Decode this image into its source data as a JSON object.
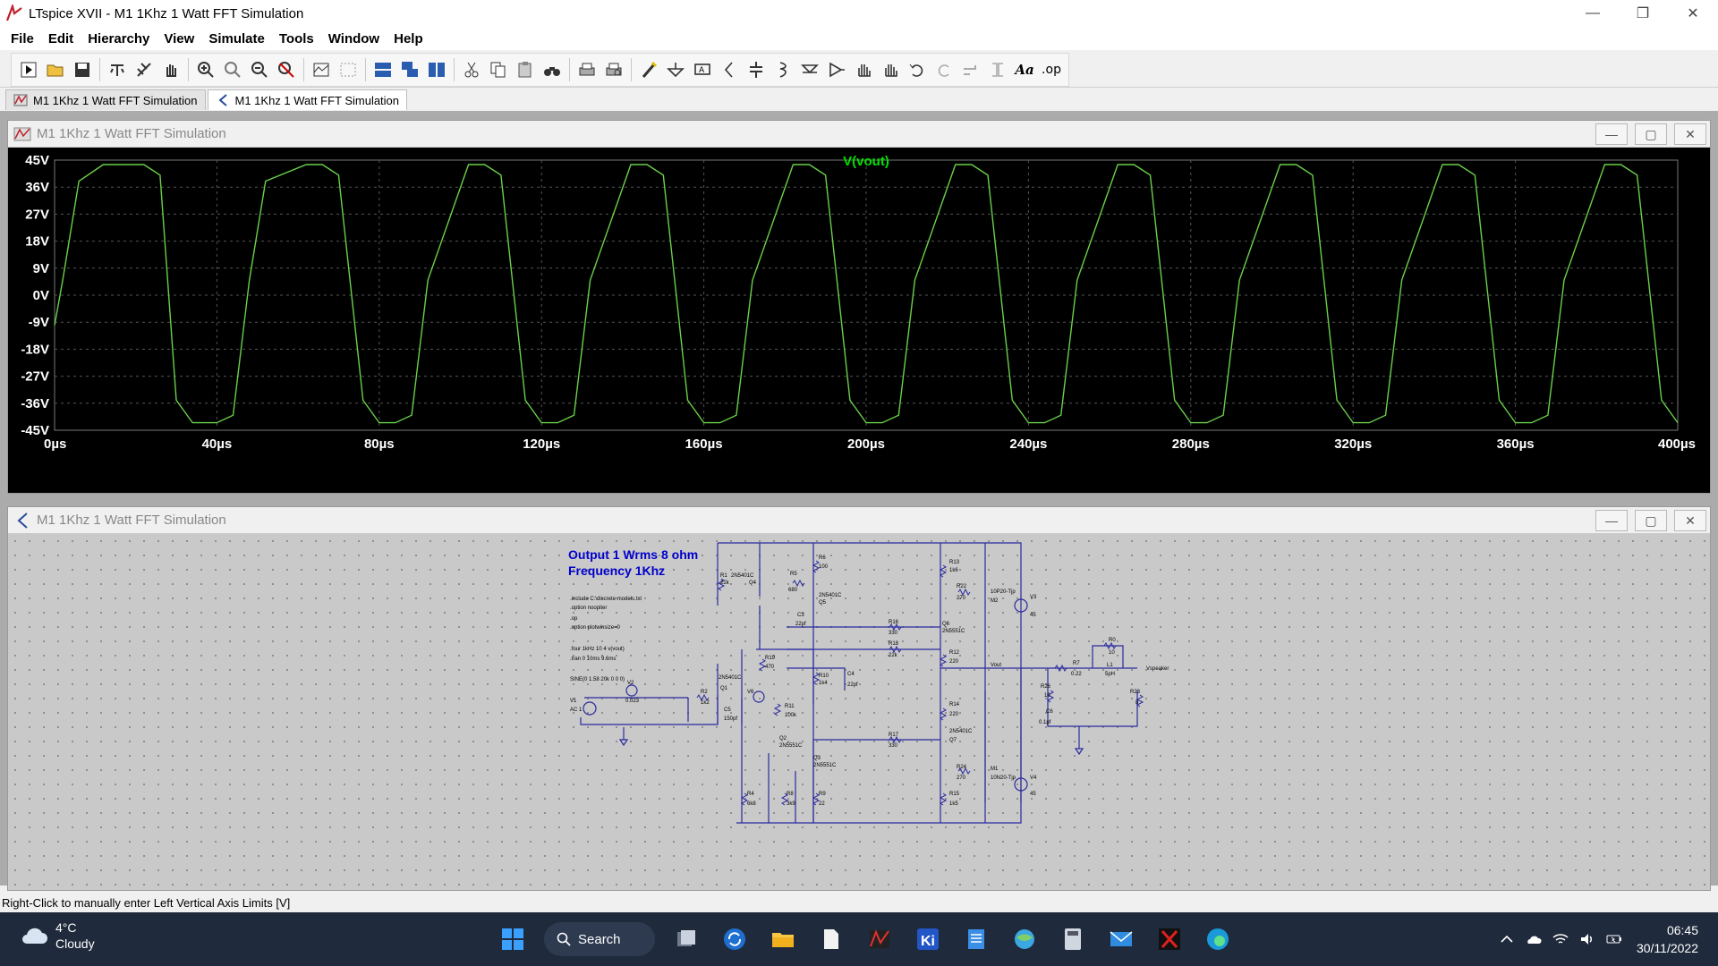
{
  "window": {
    "title": "LTspice XVII - M1 1Khz 1 Watt FFT Simulation"
  },
  "menu": {
    "items": [
      "File",
      "Edit",
      "Hierarchy",
      "View",
      "Simulate",
      "Tools",
      "Window",
      "Help"
    ]
  },
  "toolbar": {
    "icons": [
      "run-icon",
      "open-icon",
      "save-icon",
      "control-panel-icon",
      "halt-icon",
      "pan-icon",
      "zoom-in-icon",
      "zoom-area-icon",
      "zoom-out-icon",
      "zoom-fit-icon",
      "autorange-icon",
      "grid-icon",
      "tile-horizontal-icon",
      "cascade-icon",
      "tile-vertical-icon",
      "cut-icon",
      "copy-icon",
      "paste-icon",
      "find-icon",
      "print-icon",
      "print-preview-icon",
      "draw-wire-icon",
      "ground-icon",
      "label-net-icon",
      "resistor-icon",
      "capacitor-icon",
      "inductor-icon",
      "diode-icon",
      "component-icon",
      "move-icon",
      "drag-icon",
      "undo-icon",
      "redo-icon",
      "rotate-icon",
      "mirror-icon",
      "text-icon",
      "spice-directive-icon"
    ],
    "text_button": "Aa",
    "op_button": ".op"
  },
  "tabs": [
    {
      "label": "M1 1Khz 1 Watt FFT Simulation",
      "icon": "waveform-icon",
      "active": false
    },
    {
      "label": "M1 1Khz 1 Watt FFT Simulation",
      "icon": "schematic-icon",
      "active": true
    }
  ],
  "plot_window": {
    "title": "M1 1Khz 1 Watt FFT Simulation"
  },
  "schematic_window": {
    "title": "M1 1Khz 1 Watt FFT Simulation",
    "notes": {
      "heading1": "Output 1 Wrms 8 ohm",
      "heading2": "Frequency 1Khz",
      "directives": [
        ".include C:\\discrete models.txt",
        ".option noopiter",
        ".op",
        ".option plotwinsize=0"
      ],
      "four": ".four 1kHz 10 4 v(vout)",
      "tran": ".tran 0 10ms 9.6ms",
      "sine": "SINE(0 1.58 20k 0 0 0)"
    },
    "components": [
      {
        "ref": "R1",
        "value": "22k"
      },
      {
        "ref": "Q4",
        "value": "2N5401C"
      },
      {
        "ref": "R5",
        "value": "680"
      },
      {
        "ref": "R6",
        "value": "100"
      },
      {
        "ref": "Q5",
        "value": "2N5401C"
      },
      {
        "ref": "C3",
        "value": "22pf"
      },
      {
        "ref": "R16",
        "value": "330"
      },
      {
        "ref": "R18",
        "value": "22k"
      },
      {
        "ref": "R13",
        "value": "1k6"
      },
      {
        "ref": "R22",
        "value": "270"
      },
      {
        "ref": "M2",
        "value": "10P20-Tjp"
      },
      {
        "ref": "V3",
        "value": "45"
      },
      {
        "ref": "Q6",
        "value": "2N5551C"
      },
      {
        "ref": "R12",
        "value": "220"
      },
      {
        "ref": "R19",
        "value": "470"
      },
      {
        "ref": "R10",
        "value": "1k4"
      },
      {
        "ref": "C4",
        "value": "22pf"
      },
      {
        "ref": "R2",
        "value": "1k2"
      },
      {
        "ref": "Q1",
        "value": "2N5401C"
      },
      {
        "ref": "V6",
        "value": ""
      },
      {
        "ref": "C5",
        "value": "150pf"
      },
      {
        "ref": "R11",
        "value": "100k"
      },
      {
        "ref": "R3",
        "value": ""
      },
      {
        "ref": "V1",
        "value": "AC 1"
      },
      {
        "ref": "V2",
        "value": "0.023"
      },
      {
        "ref": "R14",
        "value": "220"
      },
      {
        "ref": "Q2",
        "value": "2N5551C"
      },
      {
        "ref": "Q3",
        "value": "2N5551C"
      },
      {
        "ref": "R17",
        "value": "330"
      },
      {
        "ref": "Q7",
        "value": "2N5401C"
      },
      {
        "ref": "R24",
        "value": "270"
      },
      {
        "ref": "M1",
        "value": "10N20-Tjp"
      },
      {
        "ref": "V4",
        "value": "45"
      },
      {
        "ref": "R4",
        "value": "6k8"
      },
      {
        "ref": "R8",
        "value": "3k9"
      },
      {
        "ref": "R9",
        "value": "22"
      },
      {
        "ref": "R15",
        "value": "1k5"
      },
      {
        "ref": "R7",
        "value": "0.22"
      },
      {
        "ref": "R26",
        "value": "10"
      },
      {
        "ref": "C6",
        "value": "0.1pf"
      },
      {
        "ref": "R0",
        "value": "10"
      },
      {
        "ref": "L1",
        "value": "5pH"
      },
      {
        "ref": "R23",
        "value": "8"
      }
    ],
    "net_labels": [
      "Vout",
      "Vspeaker"
    ]
  },
  "chart_data": {
    "type": "line",
    "title": "V(vout)",
    "xlabel": "",
    "ylabel": "",
    "x_ticks": [
      "0µs",
      "40µs",
      "80µs",
      "120µs",
      "160µs",
      "200µs",
      "240µs",
      "280µs",
      "320µs",
      "360µs",
      "400µs"
    ],
    "y_ticks": [
      "45V",
      "36V",
      "27V",
      "18V",
      "9V",
      "0V",
      "-9V",
      "-18V",
      "-27V",
      "-36V",
      "-45V"
    ],
    "xlim_us": [
      0,
      400
    ],
    "ylim_v": [
      -45,
      45
    ],
    "grid": true,
    "trace_color": "#6ad04a",
    "series": [
      {
        "name": "V(vout)",
        "x_us": [
          0,
          2,
          6,
          12,
          22,
          26,
          30,
          34,
          40,
          44,
          48,
          52,
          62,
          66,
          70,
          76,
          80,
          84,
          88,
          92,
          102,
          106,
          110,
          116,
          120,
          124,
          128,
          132,
          142,
          146,
          150,
          156,
          160,
          164,
          168,
          172,
          182,
          186,
          190,
          196,
          200,
          204,
          208,
          212,
          222,
          226,
          230,
          236,
          240,
          244,
          248,
          252,
          262,
          266,
          270,
          276,
          280,
          284,
          288,
          292,
          302,
          306,
          310,
          316,
          320,
          324,
          328,
          332,
          342,
          346,
          350,
          356,
          360,
          364,
          368,
          372,
          382,
          386,
          390,
          396,
          400
        ],
        "y_v": [
          -10,
          5,
          38,
          43.5,
          43.5,
          40,
          -35,
          -42.5,
          -42.5,
          -40,
          5,
          38,
          43.5,
          43.5,
          40,
          -35,
          -42.5,
          -42.5,
          -40,
          5,
          43.5,
          43.5,
          40,
          -35,
          -42.5,
          -42.5,
          -40,
          5,
          43.5,
          43.5,
          40,
          -35,
          -42.5,
          -42.5,
          -40,
          5,
          43.5,
          43.5,
          40,
          -35,
          -42.5,
          -42.5,
          -40,
          5,
          43.5,
          43.5,
          40,
          -35,
          -42.5,
          -42.5,
          -40,
          5,
          43.5,
          43.5,
          40,
          -35,
          -42.5,
          -42.5,
          -40,
          5,
          43.5,
          43.5,
          40,
          -35,
          -42.5,
          -42.5,
          -40,
          5,
          43.5,
          43.5,
          40,
          -35,
          -42.5,
          -42.5,
          -40,
          5,
          43.5,
          43.5,
          40,
          -35,
          -42.5
        ]
      }
    ]
  },
  "status": {
    "text": "Right-Click to manually enter Left Vertical Axis Limits [V]"
  },
  "taskbar": {
    "weather_temp": "4°C",
    "weather_desc": "Cloudy",
    "search_label": "Search",
    "apps": [
      "start-icon",
      "task-view-icon",
      "sync-app-icon",
      "file-explorer-icon",
      "notepad-icon",
      "ltspice-waveform-icon",
      "kicad-icon",
      "notes-icon",
      "browser-icon",
      "calculator-icon",
      "mail-icon",
      "ltspice-icon",
      "edge-icon"
    ],
    "time": "06:45",
    "date": "30/11/2022"
  }
}
